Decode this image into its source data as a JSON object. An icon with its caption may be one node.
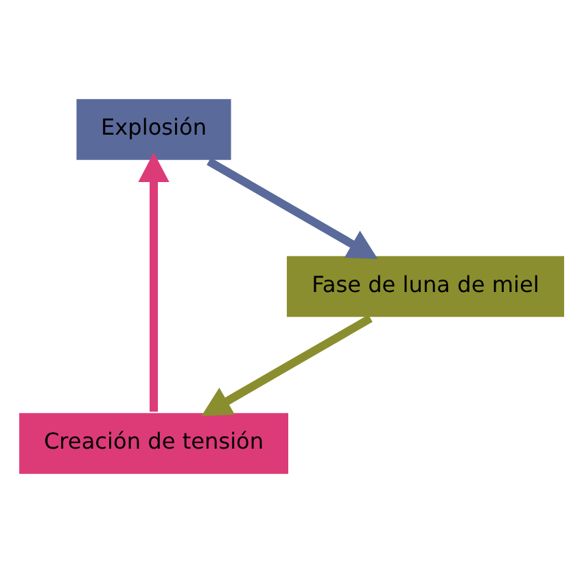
{
  "diagram": {
    "nodes": [
      {
        "text": [
          "Creación de tensión"
        ]
      },
      {
        "text": [
          "Explosión"
        ]
      },
      {
        "text": [
          "Fase de luna de miel"
        ]
      }
    ],
    "edges": [
      {
        "from": 0,
        "to": 1,
        "arrow": "to",
        "color": "#dd3a78"
      },
      {
        "from": 1,
        "to": 2,
        "arrow": "to",
        "color": "#5a6a9b"
      },
      {
        "from": 2,
        "to": 0,
        "arrow": "to",
        "color": "#8a8e2e"
      }
    ]
  }
}
